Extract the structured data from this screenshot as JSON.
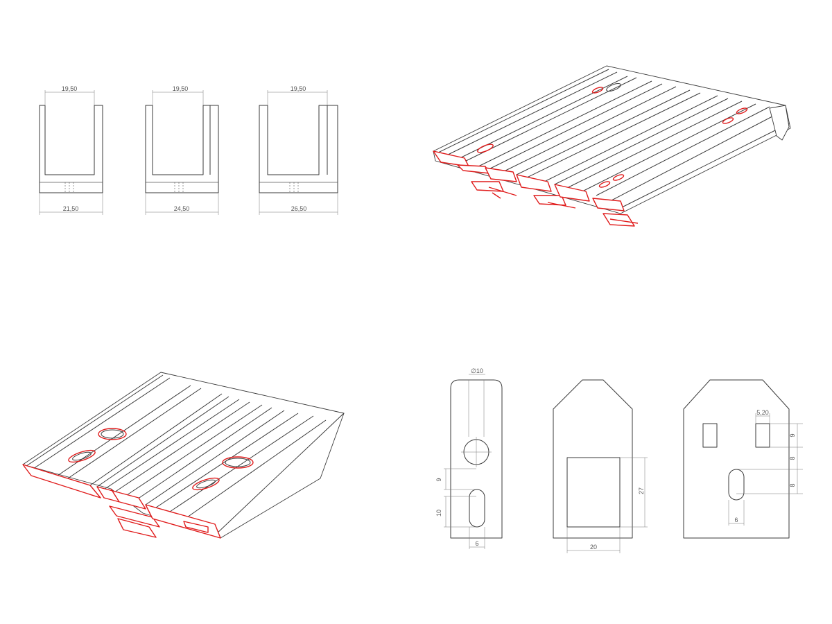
{
  "colors": {
    "line": "#3a3a3a",
    "section_cut": "#e01b1b",
    "dimension": "#777777",
    "background": "#ffffff"
  },
  "channel_profiles": [
    {
      "inner_width": "19,50",
      "outer_width": "21,50"
    },
    {
      "inner_width": "19,50",
      "outer_width": "24,50"
    },
    {
      "inner_width": "19,50",
      "outer_width": "26,50"
    }
  ],
  "bracket_views": {
    "view_a": {
      "hole_diameter": "∅10",
      "gap_above_slot": "9",
      "slot_length": "10",
      "slot_width": "6"
    },
    "view_b": {
      "window_height": "27",
      "window_width": "20"
    },
    "view_c": {
      "square_width": "5,20",
      "square_height": "9",
      "gap_below_square": "8",
      "slot_height": "8",
      "slot_width": "6"
    }
  }
}
